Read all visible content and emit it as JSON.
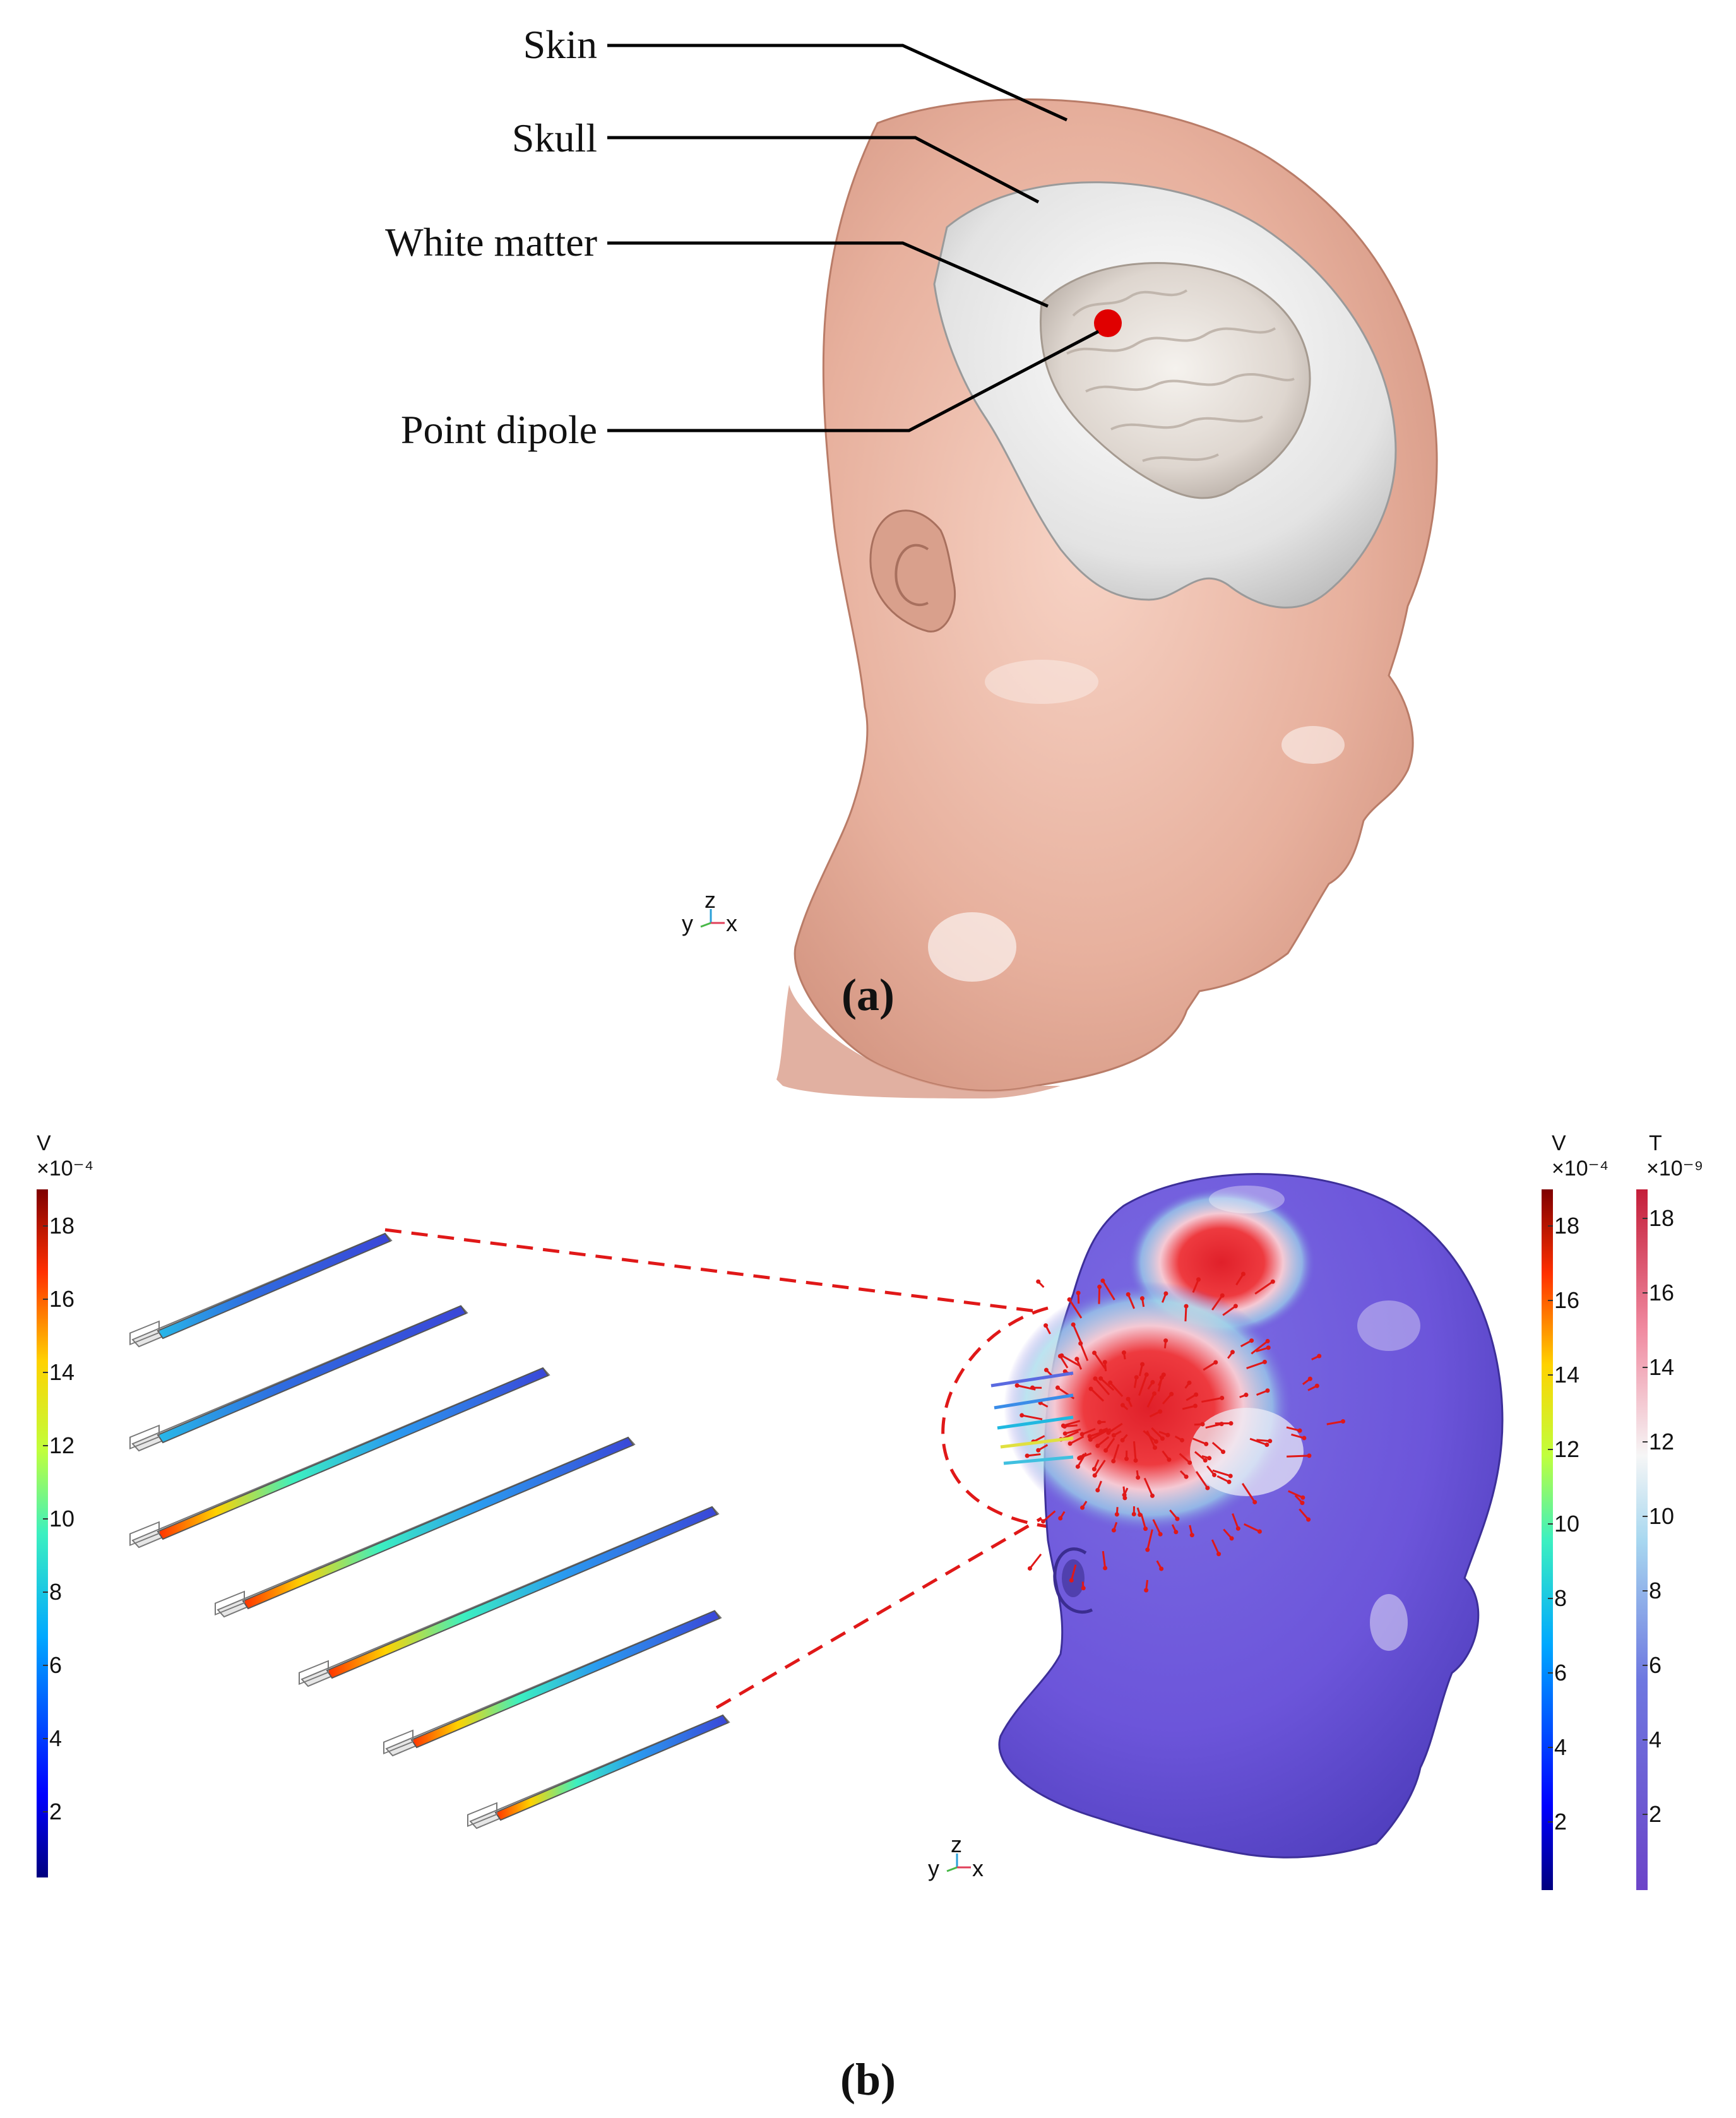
{
  "panel_a": {
    "labels": [
      "Skin",
      "Skull",
      "White matter",
      "Point dipole"
    ],
    "axes": {
      "y": "y",
      "z": "z",
      "x": "x"
    },
    "caption": "(a)"
  },
  "panel_b": {
    "left_colorbar": {
      "unit": "V",
      "scale": "×10⁻⁴",
      "ticks": [
        "18",
        "16",
        "14",
        "12",
        "10",
        "8",
        "6",
        "4",
        "2"
      ]
    },
    "right_colorbar_v": {
      "unit": "V",
      "scale": "×10⁻⁴",
      "ticks": [
        "18",
        "16",
        "14",
        "12",
        "10",
        "8",
        "6",
        "4",
        "2"
      ]
    },
    "right_colorbar_t": {
      "unit": "T",
      "scale": "×10⁻⁹",
      "ticks": [
        "18",
        "16",
        "14",
        "12",
        "10",
        "8",
        "6",
        "4",
        "2"
      ]
    },
    "axes": {
      "y": "y",
      "z": "z",
      "x": "x"
    },
    "caption": "(b)"
  },
  "colors": {
    "skin": "#e9b5a2",
    "skull": "#dcdcdc",
    "dipole": "#e00000",
    "head_b": "#6b55d9"
  }
}
